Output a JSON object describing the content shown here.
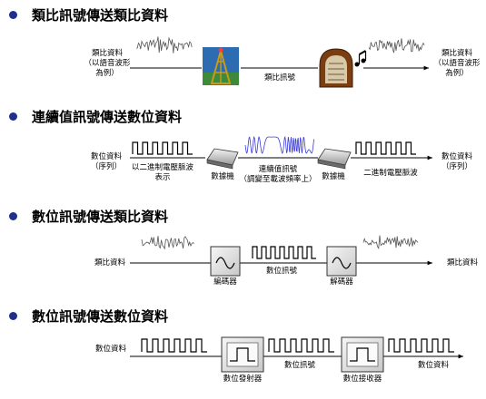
{
  "sections": [
    {
      "title": "類比訊號傳送類比資料",
      "input_label": "類比資料\n（以語音波形\n為例）",
      "channel_label": "類比訊號",
      "output_label": "類比資料\n（以語音波形\n為例）"
    },
    {
      "title": "連續值訊號傳送數位資料",
      "input_label": "數位資料\n（序列）",
      "encoding_label": "以二進制電壓脈波\n表示",
      "modem1_label": "數據機",
      "channel_label": "連續值訊號\n（調變至載波頻率上）",
      "modem2_label": "數據機",
      "decoded_label": "二進制電壓脈波",
      "output_label": "數位資料\n（序列）"
    },
    {
      "title": "數位訊號傳送類比資料",
      "input_label": "類比資料",
      "encoder_label": "編碼器",
      "channel_label": "數位訊號",
      "decoder_label": "解碼器",
      "output_label": "類比資料"
    },
    {
      "title": "數位訊號傳送數位資料",
      "input_label": "數位資料",
      "transmitter_label": "數位發射器",
      "channel_label": "數位訊號",
      "receiver_label": "數位接收器",
      "output_label": "數位資料"
    }
  ]
}
